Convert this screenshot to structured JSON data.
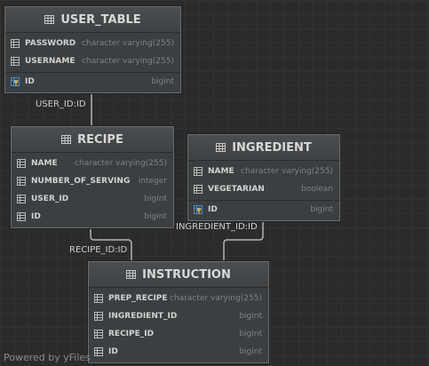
{
  "tables": {
    "user_table": {
      "title": "USER_TABLE",
      "columns": [
        {
          "name": "PASSWORD",
          "type": "character varying(255)"
        },
        {
          "name": "USERNAME",
          "type": "character varying(255)"
        },
        {
          "name": "ID",
          "type": "bigint",
          "key": "primary"
        }
      ]
    },
    "recipe": {
      "title": "RECIPE",
      "columns": [
        {
          "name": "NAME",
          "type": "character varying(255)"
        },
        {
          "name": "NUMBER_OF_SERVING",
          "type": "integer"
        },
        {
          "name": "USER_ID",
          "type": "bigint"
        },
        {
          "name": "ID",
          "type": "bigint"
        }
      ]
    },
    "ingredient": {
      "title": "INGREDIENT",
      "columns": [
        {
          "name": "NAME",
          "type": "character varying(255)"
        },
        {
          "name": "VEGETARIAN",
          "type": "boolean"
        },
        {
          "name": "ID",
          "type": "bigint",
          "key": "primary"
        }
      ]
    },
    "instruction": {
      "title": "INSTRUCTION",
      "columns": [
        {
          "name": "PREP_RECIPE",
          "type": "character varying(255)"
        },
        {
          "name": "INGREDIENT_ID",
          "type": "bigint"
        },
        {
          "name": "RECIPE_ID",
          "type": "bigint"
        },
        {
          "name": "ID",
          "type": "bigint"
        }
      ]
    }
  },
  "relations": {
    "recipe_user": {
      "label": "USER_ID:ID",
      "from": "RECIPE",
      "to": "USER_TABLE"
    },
    "instruction_recipe": {
      "label": "RECIPE_ID:ID",
      "from": "INSTRUCTION",
      "to": "RECIPE"
    },
    "instruction_ingredient": {
      "label": "INGREDIENT_ID:ID",
      "from": "INSTRUCTION",
      "to": "INGREDIENT"
    }
  },
  "watermark": "Powered by yFiles",
  "colors": {
    "background": "#2b2b2b",
    "table_body": "#3c3f41",
    "edge": "#b4b4b4",
    "text": "#cfcfcf",
    "type_text": "#7f8284",
    "key_gold": "#d9a441",
    "key_blue": "#3f8fd6"
  }
}
